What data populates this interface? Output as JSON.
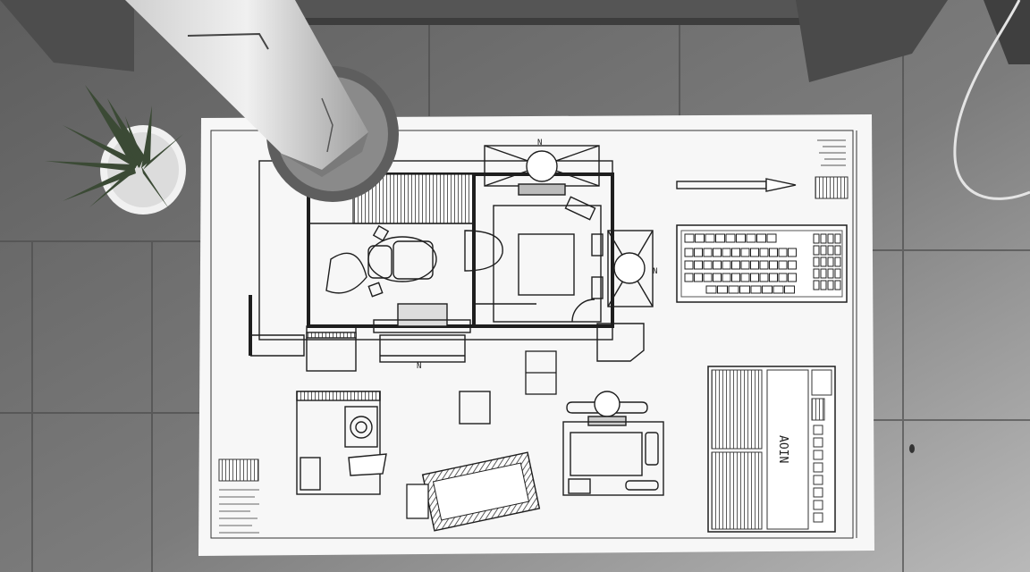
{
  "scene": {
    "compass_top": "N",
    "compass_right": "N",
    "compass_bottom": "N",
    "panel_text": "AOIN"
  },
  "colors": {
    "floor": "#6f6f6f",
    "paper": "#f7f7f7",
    "ink": "#1e1e1e",
    "plant": "#3b4a35"
  }
}
